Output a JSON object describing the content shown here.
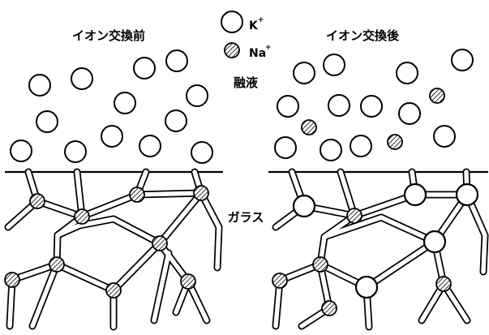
{
  "titles": {
    "before": "イオン交換前",
    "after": "イオン交換後"
  },
  "legend": {
    "k_symbol": "K",
    "k_charge": "+",
    "na_symbol": "Na",
    "na_charge": "+"
  },
  "labels": {
    "melt": "融液",
    "glass": "ガラス"
  }
}
